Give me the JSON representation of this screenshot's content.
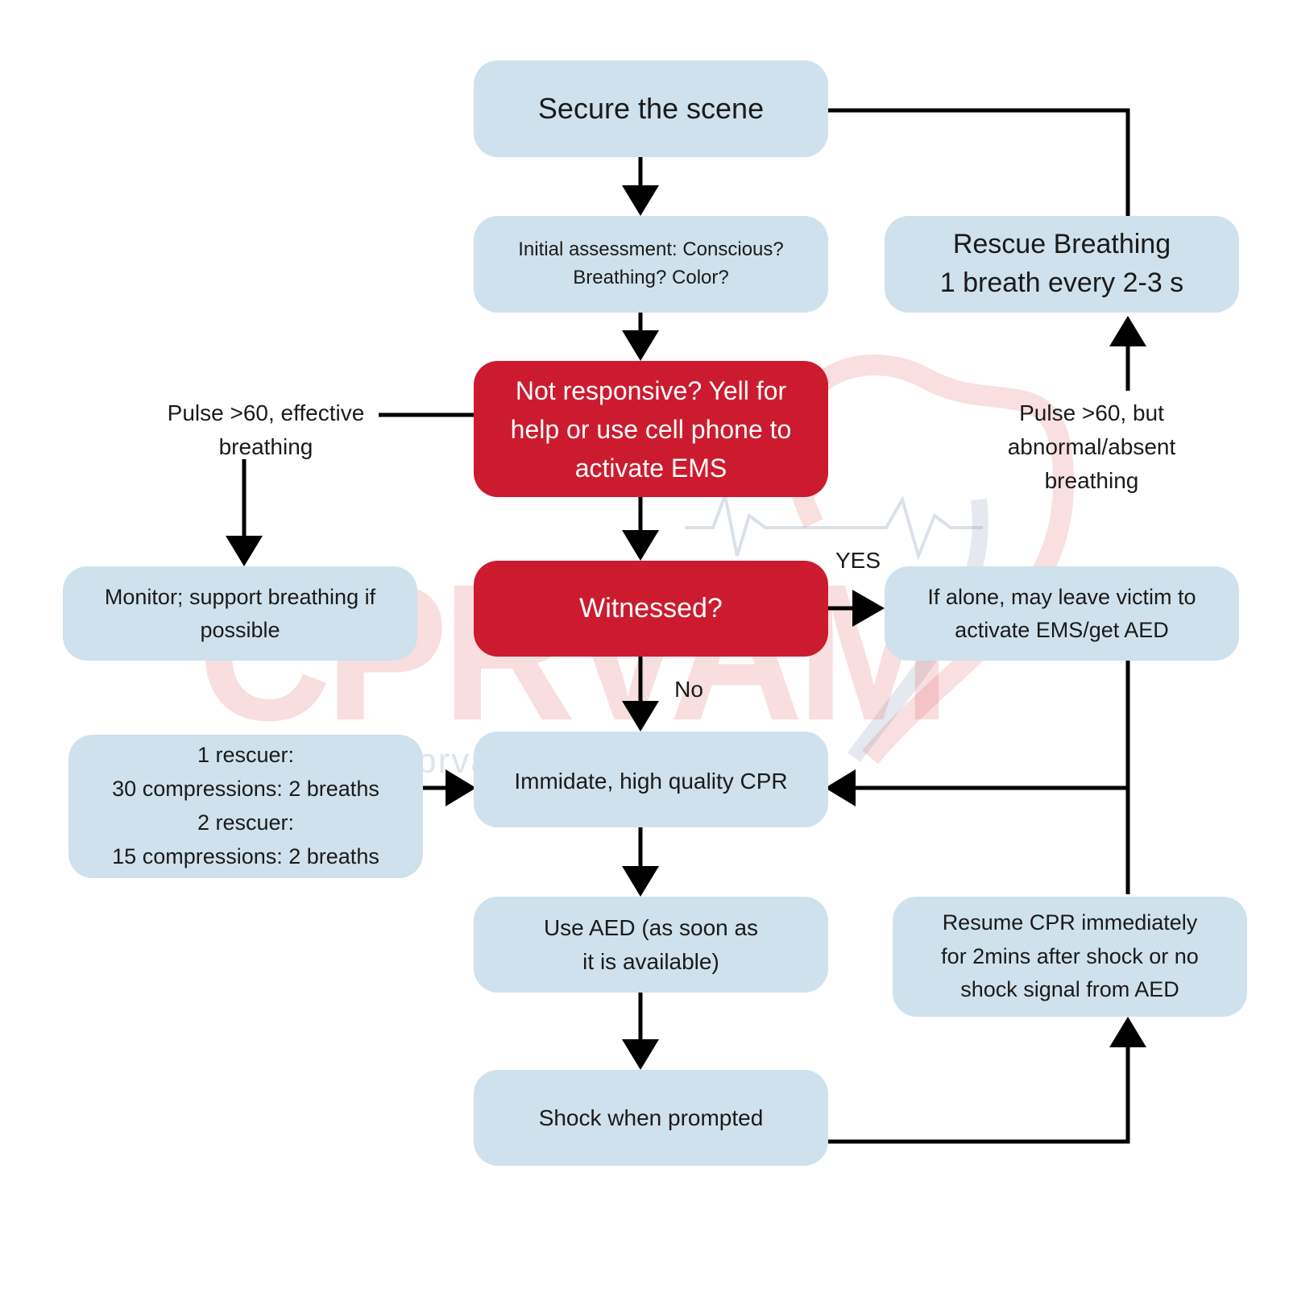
{
  "nodes": {
    "secure_scene": "Secure the scene",
    "initial_assessment": "Initial assessment: Conscious?\nBreathing? Color?",
    "not_responsive": "Not responsive? Yell for\nhelp or use cell phone to\nactivate EMS",
    "witnessed": "Witnessed?",
    "monitor": "Monitor; support breathing if\npossible",
    "rescue_breathing": "Rescue Breathing\n1 breath every 2-3 s",
    "alone": "If alone, may leave victim to\nactivate EMS/get AED",
    "rescuer_ratio": "1 rescuer:\n30 compressions: 2 breaths\n2 rescuer:\n15 compressions: 2 breaths",
    "cpr": "Immidate, high quality CPR",
    "use_aed": "Use AED (as soon as\nit is available)",
    "resume_cpr": "Resume CPR immediately\nfor 2mins after shock or no\nshock signal from AED",
    "shock": "Shock when prompted"
  },
  "edge_labels": {
    "pulse_effective": "Pulse >60, effective\nbreathing",
    "pulse_abnormal": "Pulse >60, but\nabnormal/absent\nbreathing",
    "yes": "YES",
    "no": "No"
  },
  "watermark": {
    "logo_text": "CPRVAM",
    "url": "www.cprvam.com"
  },
  "colors": {
    "box_fill": "#cfe1ec",
    "decision_fill": "#cc1b2e",
    "line": "#000000"
  }
}
